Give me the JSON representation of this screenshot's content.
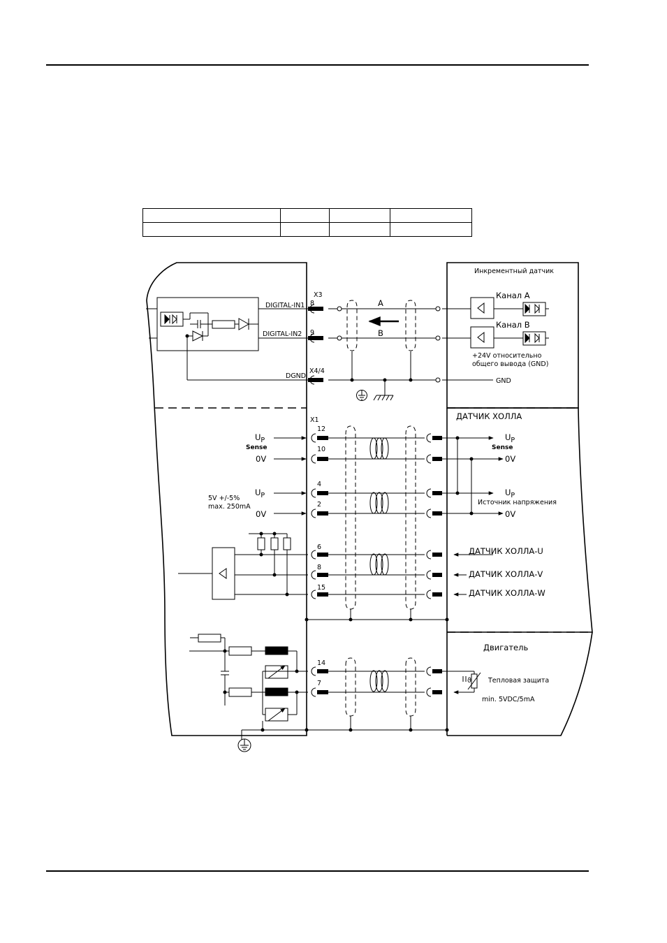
{
  "connector_x3": "X3",
  "connector_x4_4": "X4/4",
  "connector_x1": "X1",
  "signals": {
    "digital_in1": "DIGITAL-IN1",
    "digital_in2": "DIGITAL-IN2",
    "dgnd": "DGND"
  },
  "pins": {
    "p8_top": "8",
    "p9": "9",
    "p12": "12",
    "p10": "10",
    "p4": "4",
    "p2": "2",
    "p6": "6",
    "p8_hall": "8",
    "p15": "15",
    "p14": "14",
    "p7": "7"
  },
  "channels": {
    "a": "A",
    "b": "B"
  },
  "encoder": {
    "title": "Инкрементный датчик",
    "channel_a": "Канал A",
    "channel_b": "Канал B",
    "supply_line1": "+24V относительно",
    "supply_line2": "общего вывода (GND)",
    "gnd": "GND"
  },
  "hall": {
    "title": "ДАТЧИК ХОЛЛА",
    "up": "U",
    "up_sub": "P",
    "sense": "Sense",
    "ov": "0V",
    "supply_label": "Источник напряжения",
    "hall_u": "ДАТЧИК ХОЛЛА-U",
    "hall_v": "ДАТЧИК ХОЛЛА-V",
    "hall_w": "ДАТЧИК ХОЛЛА-W"
  },
  "drive": {
    "up": "U",
    "up_sub": "P",
    "sense": "Sense",
    "ov": "0V",
    "tolerance": "5V +/-5%",
    "max_current": "max. 250mA"
  },
  "motor": {
    "title": "Двигатель",
    "thermal": "Тепловая защита",
    "rating": "min. 5VDC/5mA",
    "theta": "ϑ"
  }
}
